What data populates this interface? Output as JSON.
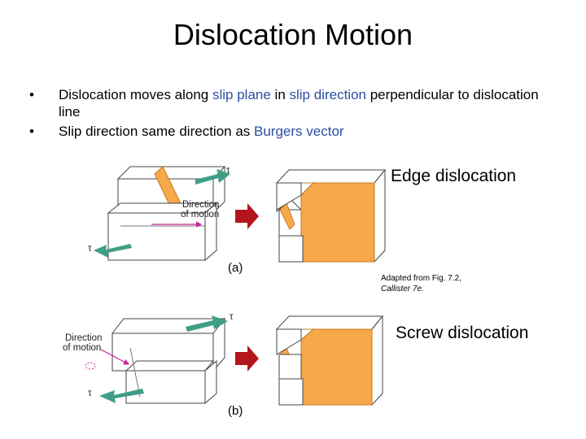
{
  "slide": {
    "title": "Dislocation Motion"
  },
  "bullets": [
    {
      "parts": [
        {
          "text": "Dislocation moves along ",
          "hl": false
        },
        {
          "text": "slip plane",
          "hl": true
        },
        {
          "text": " in ",
          "hl": false
        },
        {
          "text": "slip direction",
          "hl": true
        },
        {
          "text": " perpendicular to dislocation line",
          "hl": false
        }
      ]
    },
    {
      "parts": [
        {
          "text": "Slip direction same direction as ",
          "hl": false
        },
        {
          "text": "Burgers vector",
          "hl": true
        }
      ]
    }
  ],
  "figure_top": {
    "heading": "Edge dislocation",
    "panel_label": "(a)",
    "tau": "τ",
    "direction_label_1": "Direction",
    "direction_label_2": "of motion"
  },
  "credit": {
    "line1": "Adapted from Fig. 7.2,",
    "line2": "Callister 7e."
  },
  "figure_bottom": {
    "heading": "Screw dislocation",
    "panel_label": "(b)",
    "tau": "τ",
    "direction_label_1": "Direction",
    "direction_label_2": "of motion"
  },
  "colors": {
    "orange": "#f7a849",
    "teal": "#3f9e86",
    "red_arrow": "#b4141c",
    "blue_text": "#2b4ea2",
    "magenta": "#cc2299"
  }
}
